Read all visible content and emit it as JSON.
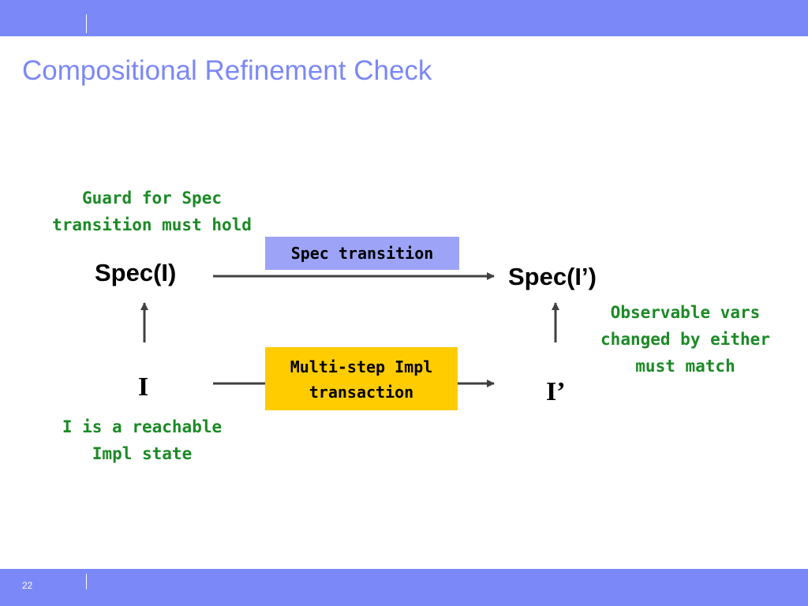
{
  "title": "Compositional Refinement Check",
  "page_number": "22",
  "nodes": {
    "spec_i": "Spec(I)",
    "spec_i_prime": "Spec(I’)",
    "i": "I",
    "i_prime": "I’"
  },
  "edge_labels": {
    "spec_transition": "Spec transition",
    "impl_transaction": [
      "Multi-step Impl",
      "transaction"
    ]
  },
  "notes": {
    "guard": [
      "Guard for Spec",
      "transition must hold"
    ],
    "observable": [
      "Observable vars",
      "changed by either",
      "must match"
    ],
    "reachable": [
      "I is a reachable",
      "Impl state"
    ]
  },
  "colors": {
    "band": "#7b88f7",
    "title": "#7b88f7",
    "note_text": "#1b8a25",
    "spec_box": "#9da4f7",
    "impl_box": "#ffcc00",
    "arrow": "#404040"
  }
}
